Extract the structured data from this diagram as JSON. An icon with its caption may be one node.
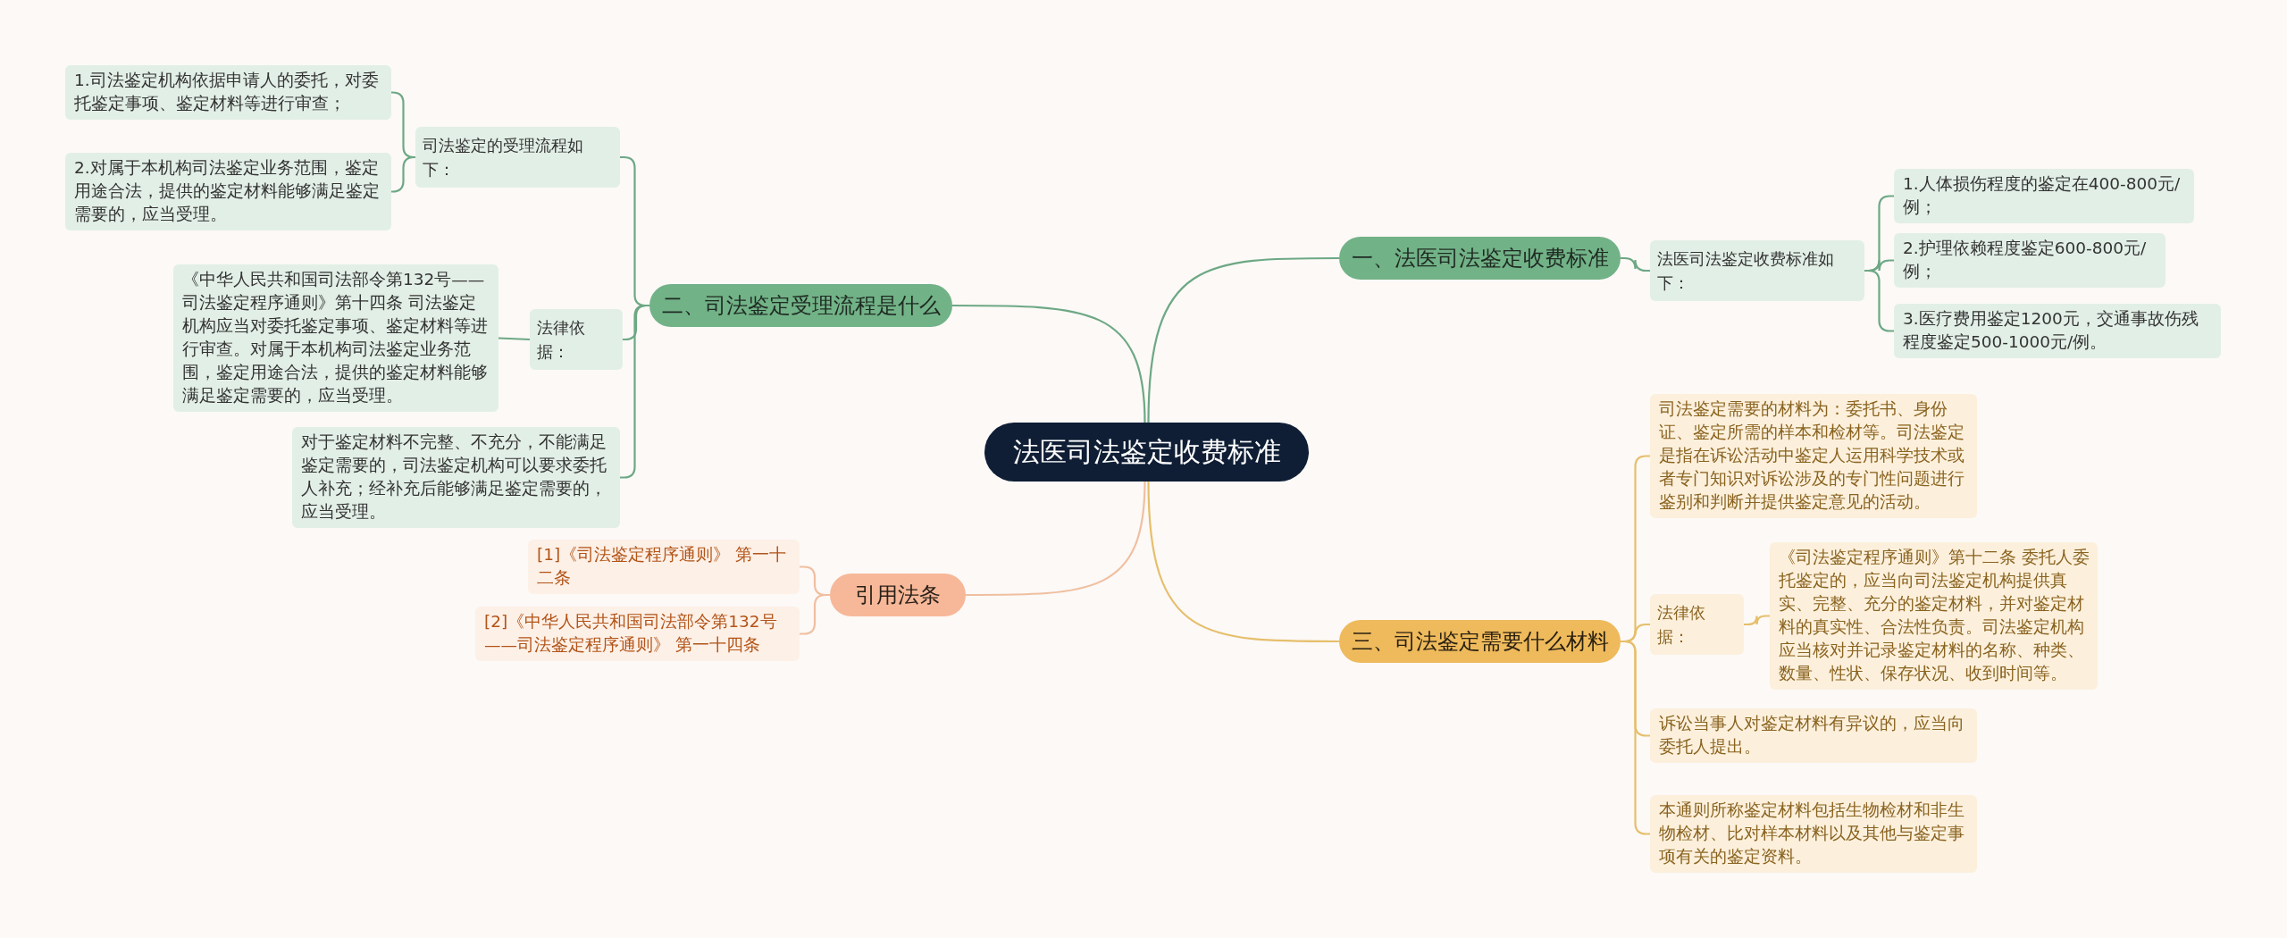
{
  "diagram": {
    "nodes": [
      {
        "text": [
          "法医司法鉴定收费标准"
        ]
      },
      {
        "text": [
          "一、法医司法鉴定收费标准"
        ]
      },
      {
        "text": [
          "法医司法鉴定收费标准如下："
        ]
      },
      {
        "text": [
          "1.人体损伤程度的鉴定在400-800元/例；"
        ]
      },
      {
        "text": [
          "2.护理依赖程度鉴定600-800元/例；"
        ]
      },
      {
        "text": [
          "3.医疗费用鉴定1200元，交通事故伤残程度鉴定500-1000元/例。"
        ]
      },
      {
        "text": [
          "二、司法鉴定受理流程是什么"
        ]
      },
      {
        "text": [
          "司法鉴定的受理流程如下："
        ]
      },
      {
        "text": [
          "1.司法鉴定机构依据申请人的委托，对委托鉴定事项、鉴定材料等进行审查；"
        ]
      },
      {
        "text": [
          "2.对属于本机构司法鉴定业务范围，鉴定用途合法，提供的鉴定材料能够满足鉴定需要的，应当受理。"
        ]
      },
      {
        "text": [
          "法律依据："
        ]
      },
      {
        "text": [
          "《中华人民共和国司法部令第132号——司法鉴定程序通则》第十四条 司法鉴定机构应当对委托鉴定事项、鉴定材料等进行审查。对属于本机构司法鉴定业务范围，鉴定用途合法，提供的鉴定材料能够满足鉴定需要的，应当受理。"
        ]
      },
      {
        "text": [
          "对于鉴定材料不完整、不充分，不能满足鉴定需要的，司法鉴定机构可以要求委托人补充；经补充后能够满足鉴定需要的，应当受理。"
        ]
      },
      {
        "text": [
          "引用法条"
        ]
      },
      {
        "text": [
          "[1]《司法鉴定程序通则》 第一十二条"
        ]
      },
      {
        "text": [
          "[2]《中华人民共和国司法部令第132号——司法鉴定程序通则》 第一十四条"
        ]
      },
      {
        "text": [
          "三、司法鉴定需要什么材料"
        ]
      },
      {
        "text": [
          "司法鉴定需要的材料为：委托书、身份证、鉴定所需的样本和检材等。司法鉴定是指在诉讼活动中鉴定人运用科学技术或者专门知识对诉讼涉及的专门性问题进行鉴别和判断并提供鉴定意见的活动。"
        ]
      },
      {
        "text": [
          "法律依据："
        ]
      },
      {
        "text": [
          "《司法鉴定程序通则》第十二条 委托人委托鉴定的，应当向司法鉴定机构提供真实、完整、充分的鉴定材料，并对鉴定材料的真实性、合法性负责。司法鉴定机构应当核对并记录鉴定材料的名称、种类、数量、性状、保存状况、收到时间等。"
        ]
      },
      {
        "text": [
          "诉讼当事人对鉴定材料有异议的，应当向委托人提出。"
        ]
      },
      {
        "text": [
          "本通则所称鉴定材料包括生物检材和非生物检材、比对样本材料以及其他与鉴定事项有关的鉴定资料。"
        ]
      }
    ],
    "edges": [
      {
        "from": 0,
        "to": 1,
        "arrow": "none"
      },
      {
        "from": 1,
        "to": 2,
        "arrow": "none"
      },
      {
        "from": 2,
        "to": 3,
        "arrow": "none"
      },
      {
        "from": 2,
        "to": 4,
        "arrow": "none"
      },
      {
        "from": 2,
        "to": 5,
        "arrow": "none"
      },
      {
        "from": 0,
        "to": 6,
        "arrow": "none"
      },
      {
        "from": 6,
        "to": 7,
        "arrow": "none"
      },
      {
        "from": 7,
        "to": 8,
        "arrow": "none"
      },
      {
        "from": 7,
        "to": 9,
        "arrow": "none"
      },
      {
        "from": 6,
        "to": 10,
        "arrow": "none"
      },
      {
        "from": 10,
        "to": 11,
        "arrow": "none"
      },
      {
        "from": 6,
        "to": 12,
        "arrow": "none"
      },
      {
        "from": 0,
        "to": 13,
        "arrow": "none",
        "color": "#f0bfa0"
      },
      {
        "from": 13,
        "to": 14,
        "arrow": "none",
        "color": "#f0bfa0"
      },
      {
        "from": 13,
        "to": 15,
        "arrow": "none",
        "color": "#f0bfa0"
      },
      {
        "from": 0,
        "to": 16,
        "arrow": "none",
        "color": "#e6bf6c"
      },
      {
        "from": 16,
        "to": 17,
        "arrow": "none",
        "color": "#e6bf6c"
      },
      {
        "from": 16,
        "to": 18,
        "arrow": "none",
        "color": "#e6bf6c"
      },
      {
        "from": 18,
        "to": 19,
        "arrow": "none",
        "color": "#e6bf6c"
      },
      {
        "from": 16,
        "to": 20,
        "arrow": "none",
        "color": "#e6bf6c"
      },
      {
        "from": 16,
        "to": 21,
        "arrow": "none",
        "color": "#e6bf6c"
      }
    ]
  }
}
